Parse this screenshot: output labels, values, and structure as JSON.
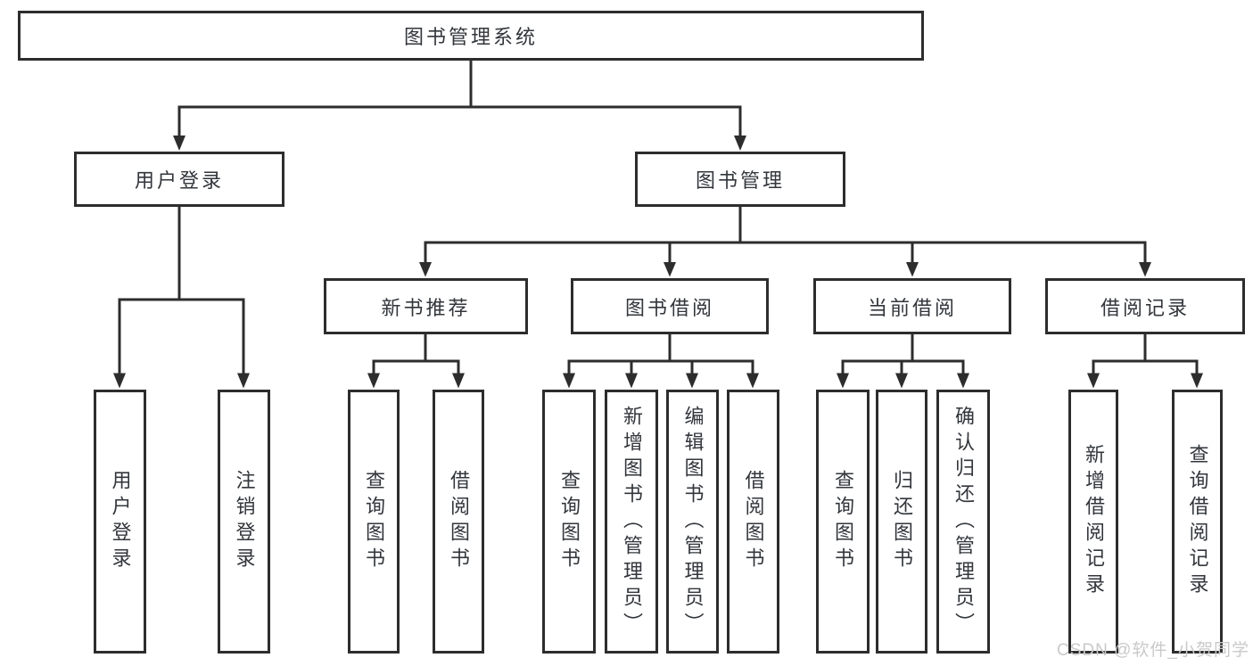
{
  "tree": {
    "root": {
      "label": "图书管理系统"
    },
    "user": {
      "label": "用户登录",
      "leaves": [
        {
          "label": "用户登录"
        },
        {
          "label": "注销登录"
        }
      ]
    },
    "book": {
      "label": "图书管理",
      "groups": [
        {
          "label": "新书推荐",
          "leaves": [
            {
              "label": "查询图书"
            },
            {
              "label": "借阅图书"
            }
          ]
        },
        {
          "label": "图书借阅",
          "leaves": [
            {
              "label": "查询图书"
            },
            {
              "label": "新增图书（管理员）"
            },
            {
              "label": "编辑图书（管理员）"
            },
            {
              "label": "借阅图书"
            }
          ]
        },
        {
          "label": "当前借阅",
          "leaves": [
            {
              "label": "查询图书"
            },
            {
              "label": "归还图书"
            },
            {
              "label": "确认归还（管理员）"
            }
          ]
        },
        {
          "label": "借阅记录",
          "leaves": [
            {
              "label": "新增借阅记录"
            },
            {
              "label": "查询借阅记录"
            }
          ]
        }
      ]
    }
  },
  "watermark": {
    "text": "CSDN @软件_小贺同学"
  },
  "colors": {
    "line": "#2d2d2d",
    "box_border": "#2d2d2d",
    "text": "#32363b",
    "watermark": "#c9c9c9",
    "background": "#ffffff"
  }
}
